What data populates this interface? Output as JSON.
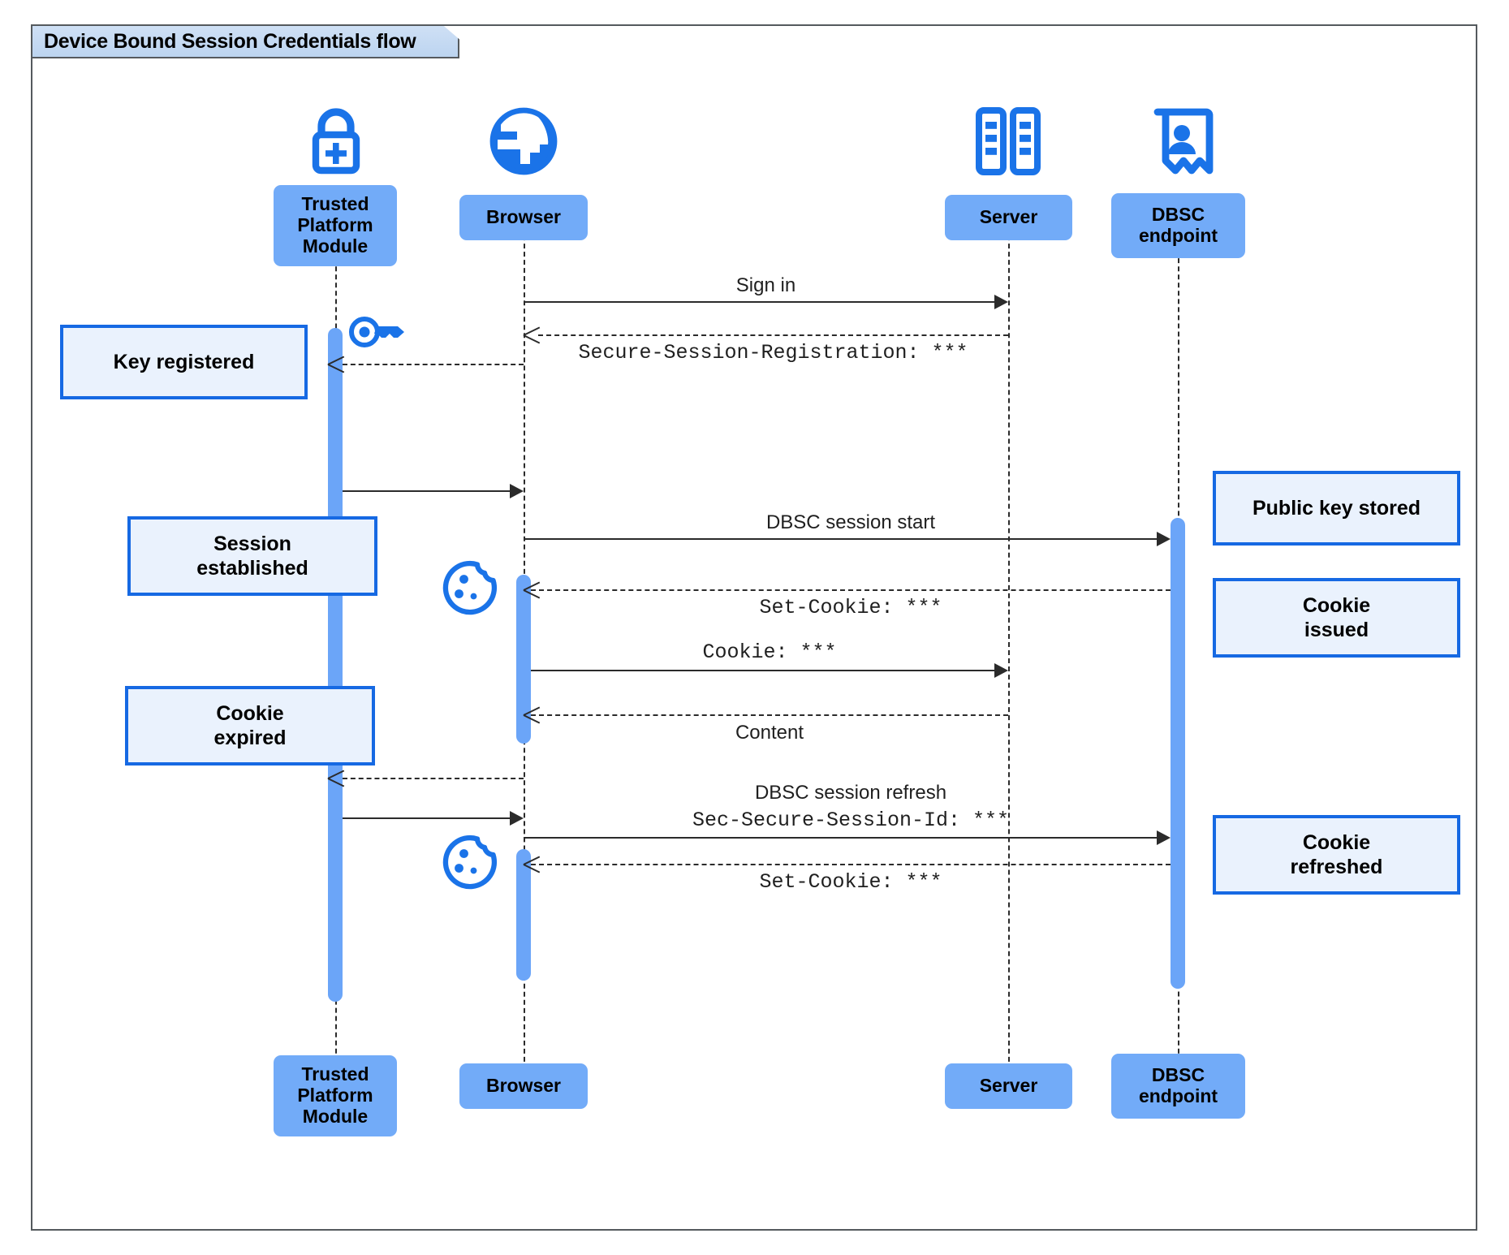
{
  "frame": {
    "title": "Device Bound Session Credentials flow",
    "border_color": "#555a5e",
    "title_bg": "#cfe0f5"
  },
  "colors": {
    "participant_box": "#72ABF8",
    "activation_bar": "#6BA5F8",
    "note_fill": "#EAF2FD",
    "note_border": "#1669E3",
    "icon_blue": "#1A73E8",
    "line": "#2b2b2b"
  },
  "participants": [
    {
      "id": "tpm",
      "label": "Trusted\nPlatform\nModule",
      "icon": "lock-plus-icon"
    },
    {
      "id": "browser",
      "label": "Browser",
      "icon": "globe-icon"
    },
    {
      "id": "server",
      "label": "Server",
      "icon": "server-rack-icon"
    },
    {
      "id": "dbsc",
      "label": "DBSC\nendpoint",
      "icon": "id-badge-icon"
    }
  ],
  "participants_top": [
    {
      "label_line1": "Trusted",
      "label_line2": "Platform",
      "label_line3": "Module"
    },
    {
      "label_line1": "Browser"
    },
    {
      "label_line1": "Server"
    },
    {
      "label_line1": "DBSC",
      "label_line2": "endpoint"
    }
  ],
  "participants_bottom": [
    {
      "label_line1": "Trusted",
      "label_line2": "Platform",
      "label_line3": "Module"
    },
    {
      "label_line1": "Browser"
    },
    {
      "label_line1": "Server"
    },
    {
      "label_line1": "DBSC",
      "label_line2": "endpoint"
    }
  ],
  "messages": [
    {
      "id": "m1",
      "from": "browser",
      "to": "server",
      "style": "solid",
      "label": "Sign in",
      "font": "sans"
    },
    {
      "id": "m2",
      "from": "server",
      "to": "browser",
      "style": "dashed",
      "label": "Secure-Session-Registration: ***",
      "font": "mono"
    },
    {
      "id": "m3",
      "from": "browser",
      "to": "tpm",
      "style": "dashed",
      "label": "",
      "font": "sans"
    },
    {
      "id": "m4",
      "from": "tpm",
      "to": "browser",
      "style": "solid",
      "label": "",
      "font": "sans"
    },
    {
      "id": "m5",
      "from": "browser",
      "to": "dbsc",
      "style": "solid",
      "label": "DBSC session start",
      "font": "sans"
    },
    {
      "id": "m6",
      "from": "dbsc",
      "to": "browser",
      "style": "dashed",
      "label": "Set-Cookie: ***",
      "font": "mono"
    },
    {
      "id": "m7",
      "from": "browser",
      "to": "server",
      "style": "solid",
      "label": "Cookie: ***",
      "font": "mono"
    },
    {
      "id": "m8",
      "from": "server",
      "to": "browser",
      "style": "dashed",
      "label": "Content",
      "font": "sans"
    },
    {
      "id": "m9",
      "from": "browser",
      "to": "tpm",
      "style": "dashed",
      "label": "",
      "font": "sans"
    },
    {
      "id": "m10",
      "from": "tpm",
      "to": "browser",
      "style": "solid",
      "label": "",
      "font": "sans"
    },
    {
      "id": "m11",
      "from": "browser",
      "to": "dbsc",
      "style": "solid",
      "label_line1": "DBSC session refresh",
      "label_line2": "Sec-Secure-Session-Id: ***",
      "font": "mixed"
    },
    {
      "id": "m12",
      "from": "dbsc",
      "to": "browser",
      "style": "dashed",
      "label": "Set-Cookie: ***",
      "font": "mono"
    }
  ],
  "notes_left": [
    {
      "id": "n1",
      "text": "Key registered"
    },
    {
      "id": "n2",
      "line1": "Session",
      "line2": "established"
    },
    {
      "id": "n3",
      "line1": "Cookie",
      "line2": "expired"
    }
  ],
  "notes_right": [
    {
      "id": "n4",
      "text": "Public key stored"
    },
    {
      "id": "n5",
      "line1": "Cookie",
      "line2": "issued"
    },
    {
      "id": "n6",
      "line1": "Cookie",
      "line2": "refreshed"
    }
  ],
  "inline_icons": [
    {
      "id": "key",
      "name": "key-icon"
    },
    {
      "id": "cookie1",
      "name": "cookie-icon"
    },
    {
      "id": "cookie2",
      "name": "cookie-icon"
    }
  ]
}
